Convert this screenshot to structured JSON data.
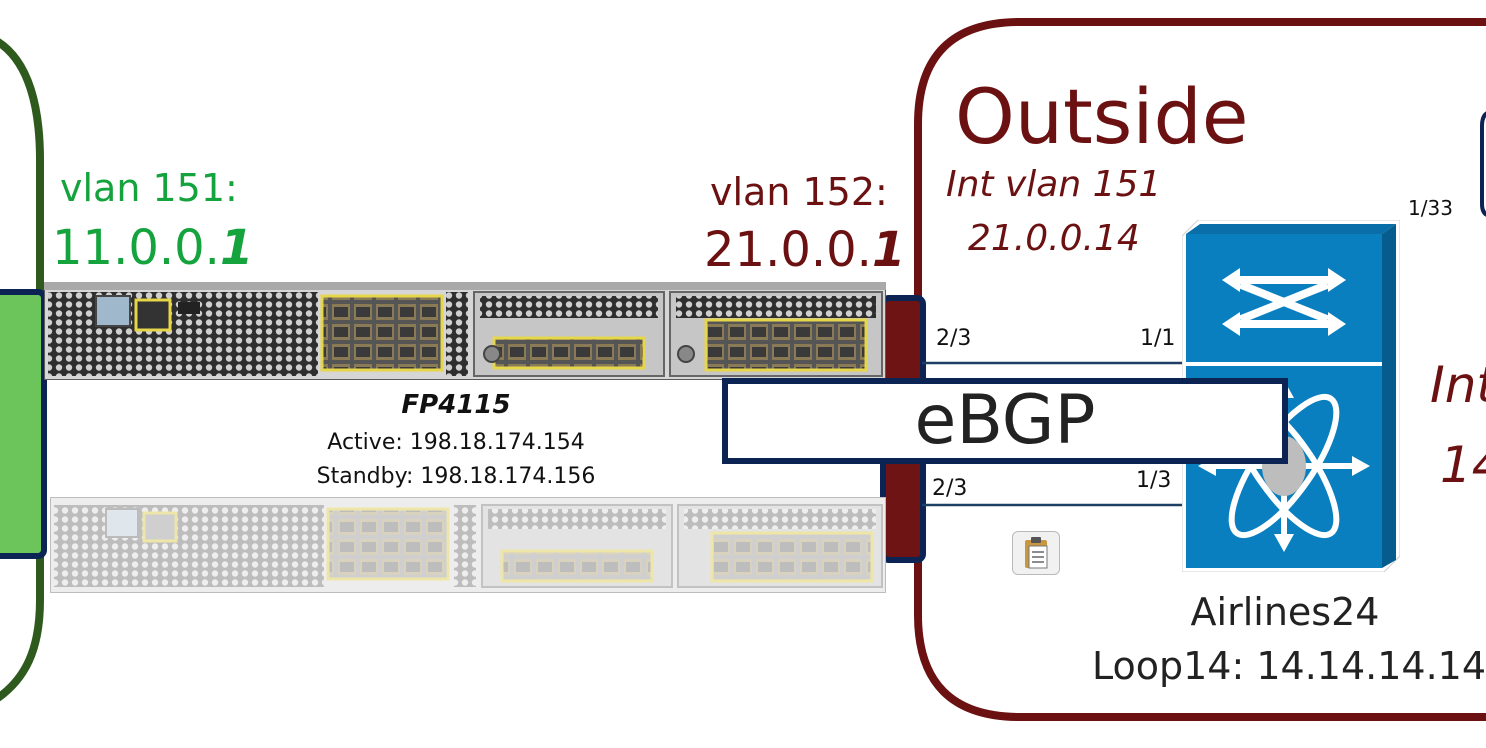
{
  "colors": {
    "inside_zone": "#2f5a1e",
    "inside_text": "#14a33c",
    "outside_zone": "#6b1111",
    "outside_text": "#6b1111",
    "navy": "#0b2454",
    "switch_blue": "#0a7fc0",
    "port_green": "#6cc55a",
    "port_red": "#6f1414"
  },
  "inside": {
    "vlan_label": "vlan 151:",
    "ip_prefix": "11.0.0.",
    "ip_suffix": "1"
  },
  "outside_vlan": {
    "vlan_label": "vlan 152:",
    "ip_prefix": "21.0.0.",
    "ip_suffix": "1"
  },
  "firewall": {
    "model": "FP4115",
    "active": "Active: 198.18.174.154",
    "standby": "Standby: 198.18.174.156"
  },
  "outside_zone": {
    "title": "Outside",
    "int_vlan": "Int vlan 151",
    "int_ip": "21.0.0.14",
    "right_label_partial": "Int",
    "right_ip_partial": "14"
  },
  "links": {
    "top_left_port": "2/3",
    "top_right_port": "1/1",
    "bottom_left_port": "2/3",
    "bottom_right_port": "1/3",
    "uplink_port": "1/33",
    "session": "eBGP"
  },
  "switch": {
    "icon": "nexus-switch-icon",
    "name": "Airlines24",
    "loopback": "Loop14: 14.14.14.14"
  },
  "misc": {
    "clipboard_icon": "clipboard-icon"
  }
}
